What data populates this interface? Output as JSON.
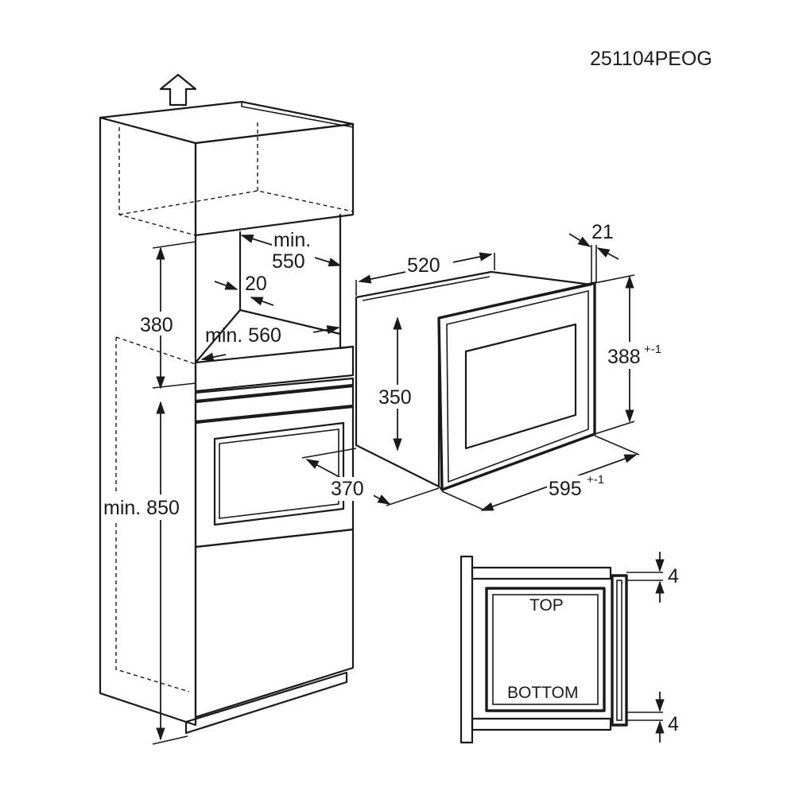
{
  "doc_code": "251104PEOG",
  "cabinet_dims": {
    "min_depth_line1": "min.",
    "min_depth_line2": "550",
    "gap": "20",
    "height": "380",
    "min_width": "min. 560",
    "min_height": "min. 850"
  },
  "appliance_dims": {
    "depth": "520",
    "frame": "21",
    "front_height": "388",
    "front_height_tol": "+-1",
    "body_height": "350",
    "body_depth": "370",
    "front_width": "595",
    "front_width_tol": "+-1"
  },
  "section_detail": {
    "top_label": "TOP",
    "bottom_label": "BOTTOM",
    "top_gap": "4",
    "bottom_gap": "4"
  },
  "colors": {
    "ink": "#1a1a1a",
    "background": "#ffffff"
  }
}
